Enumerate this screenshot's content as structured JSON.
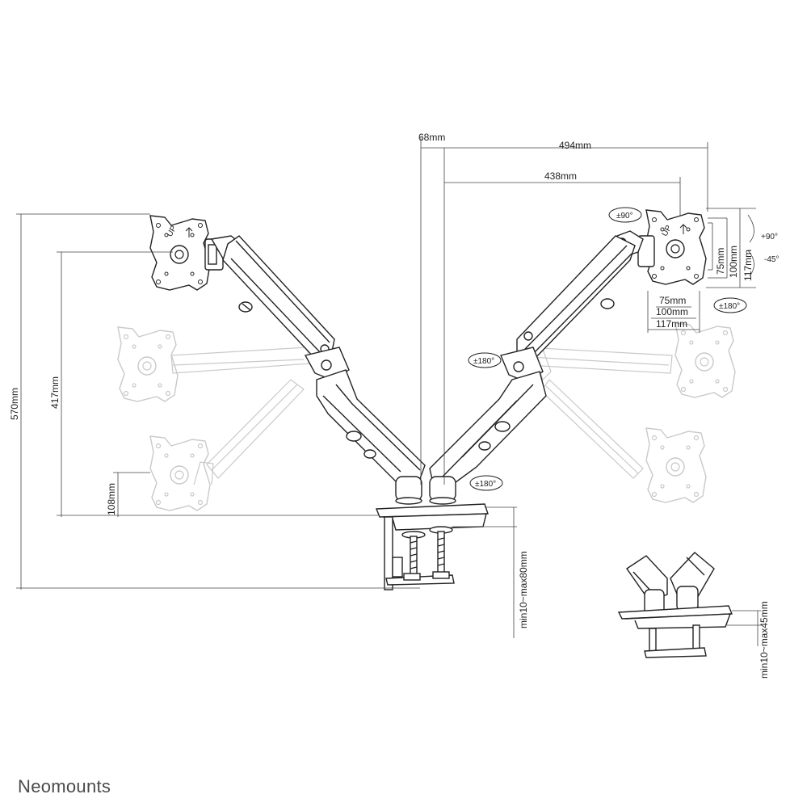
{
  "dimensions": {
    "d68": "68mm",
    "d494": "494mm",
    "d438": "438mm",
    "d570": "570mm",
    "d417": "417mm",
    "d108": "108mm",
    "d75h": "75mm",
    "d100h": "100mm",
    "d117h": "117mm",
    "d75w": "75mm",
    "d100w": "100mm",
    "d117w": "117mm",
    "clamp_main": "min10~max80mm",
    "clamp_small": "min10~max45mm"
  },
  "rotations": {
    "swivel90": "±90°",
    "tilt_up": "+90°",
    "tilt_down": "-45°",
    "rot180_plate": "±180°",
    "rot180_elbow": "±180°",
    "rot180_base": "±180°"
  },
  "plate_label": "UP",
  "brand": "Neomounts",
  "colors": {
    "line": "#222222",
    "ghost": "#c9c9c9",
    "dim_line": "#444444",
    "brand": "#4a4a4a"
  }
}
